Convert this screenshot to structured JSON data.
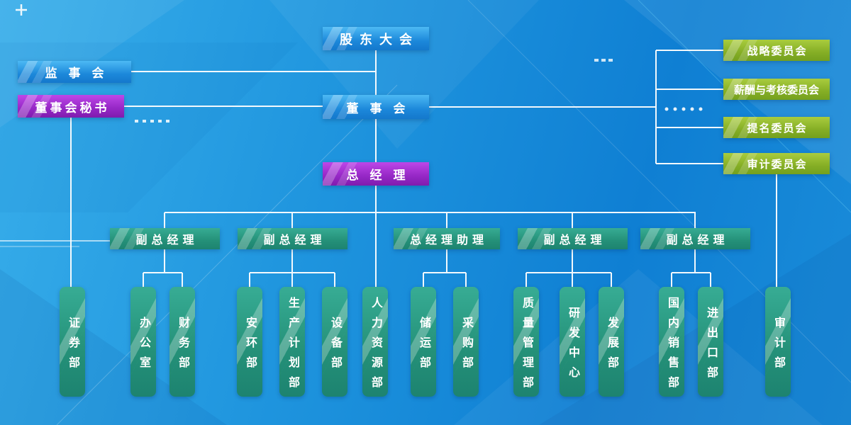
{
  "palette": {
    "background": "#1b8fd8",
    "box_blue": "#1f86d6",
    "box_purple": "#9a2cc8",
    "box_green": "#85ad26",
    "box_teal": "#27997f",
    "connector": "#ffffff",
    "text": "#ffffff"
  },
  "org": {
    "shareholders_meeting": "股东大会",
    "supervisory_board": "监事会",
    "board_secretary": "董事会秘书",
    "board_of_directors": "董事会",
    "general_manager": "总经理",
    "committees": [
      "战略委员会",
      "薪酬与考核委员会",
      "提名委员会",
      "审计委员会"
    ],
    "managers": [
      "副总经理",
      "副总经理",
      "总经理助理",
      "副总经理",
      "副总经理"
    ],
    "departments": [
      "证券部",
      "办公室",
      "财务部",
      "安环部",
      "生产计划部",
      "设备部",
      "人力资源部",
      "储运部",
      "采购部",
      "质量管理部",
      "研发中心",
      "发展部",
      "国内销售部",
      "进出口部",
      "审计部"
    ]
  }
}
